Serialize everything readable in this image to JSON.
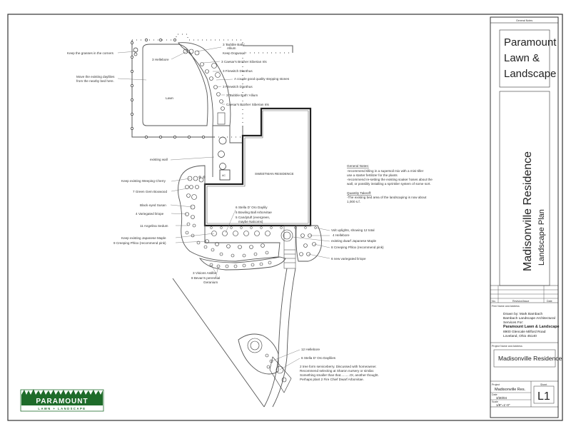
{
  "title_block": {
    "general_notes_header": "General Notes",
    "company_lines": [
      "Paramount",
      "Lawn &",
      "Landscape"
    ],
    "project_title": "Madisonville Residence",
    "project_subtitle": "Landscape Plan",
    "revision_headers": [
      "No.",
      "Revision/Issue",
      "Date"
    ],
    "firm_header": "Firm Name and Address",
    "firm_lines": [
      "Drawn by: Mark Bambach",
      "Bambach Landscape Architectural",
      "Services For:",
      "Paramount Lawn & Landscape",
      "8900 Glencale Milford Road",
      "Loveland, Ohio 45140"
    ],
    "project_name_header": "Project Name and Address",
    "project_name": "Madisonville Residence",
    "project_label": "Project",
    "project_value": "Madisonville Res.",
    "date_label": "Date",
    "date_value": "3/30/04",
    "scale_label": "Scale",
    "scale_value": "1/8\"=1'-0\"",
    "sheet_label": "Sheet",
    "sheet_value": "L1"
  },
  "logo": {
    "word": "PARAMOUNT",
    "sub": "LAWN + LANDSCAPE",
    "color": "#1e6b2a"
  },
  "plan": {
    "lawn_label": "Lawn",
    "house_label": "SWEETMAN RESIDENCE",
    "ac_label": "AC",
    "general_notes": {
      "title": "General Notes:",
      "lines": [
        "-recommend tilling in a supersoil mix with a mini-tiller",
        " use a starter fertilizer for the plants",
        "-recommend re-setting the existing soaker hoses about the",
        " wall, or possibly installing a sprinkler system of some sort."
      ]
    },
    "quantity": {
      "title": "Quantity Takeoff:",
      "lines": [
        "-The existing bed area of the landscaping is now about",
        " 1,000 s.f."
      ]
    },
    "left_labels": {
      "keep_grasses": "Keep the grasses in the corners",
      "move_daylilies": [
        "Move the existing daylilies",
        "from the nearby bed here."
      ],
      "existing_wall": "existing wall",
      "keep_cherry": "Keep existing Weeping Cherry",
      "boxwood": "7 Green Gem Boxwood",
      "black_eyed": "Black eyed Susan",
      "liriope_left": "4 Variegated liriope",
      "sedum": "11 Angelina Sedum",
      "keep_maple": "Keep existing Japanese Maple",
      "phlox_left": "9 Creeping Phlox (recommend pink)",
      "astilbe": "3 Visions Astilbe",
      "geranium": [
        "8 Bevan's perennial",
        "Geranium"
      ]
    },
    "top_labels": {
      "hellebore_top": "3 Hellebore",
      "allium_top": [
        "3 'Bubble Bath'",
        "Allium"
      ],
      "dogwood": "Keep Dogwood",
      "iris_top": "3 Caesar's Brother Siberian Iris",
      "dianthus_1": "3 Firewitch Dianthus",
      "stones": "A couple good quality stepping stones",
      "dianthus_2": "3 Firewitch Dianthus",
      "allium_2": "3 'Bubble Bath' Allium",
      "iris_2": "Caesar's Brother Siberian Iris"
    },
    "center_labels": {
      "daylily": "6 Stella D' Oro Daylily",
      "arborvitae": "5 Bowling Ball Arborvitae",
      "candytuft": [
        "5 Candytuft (evergreen,",
        "maybe Nalcoms)"
      ]
    },
    "right_labels": {
      "uplights": "Volt uplights, showing 12 total",
      "hellebore_right": "4 Hellebore",
      "dwarf_maple": "existing dwarf Japanese Maple",
      "phlox_right": "8 Creeping Phlox (recommend pink)",
      "liriope_right": "6 new variegated liriope"
    },
    "bottom_labels": {
      "hellebore_bottom": "12 Hellebore",
      "daylilies_bottom": "6 Stella D' Oro Daylilies",
      "note_lines": [
        "2 tree form serviceberry.   Discussed with homeowner.",
        "Recommend selecting at Sharon nursery or similar.",
        "Something smaller than that..........Or, another thought.",
        "Perhaps plant 2 Fire Chief Dwarf Arborvitae."
      ]
    }
  }
}
